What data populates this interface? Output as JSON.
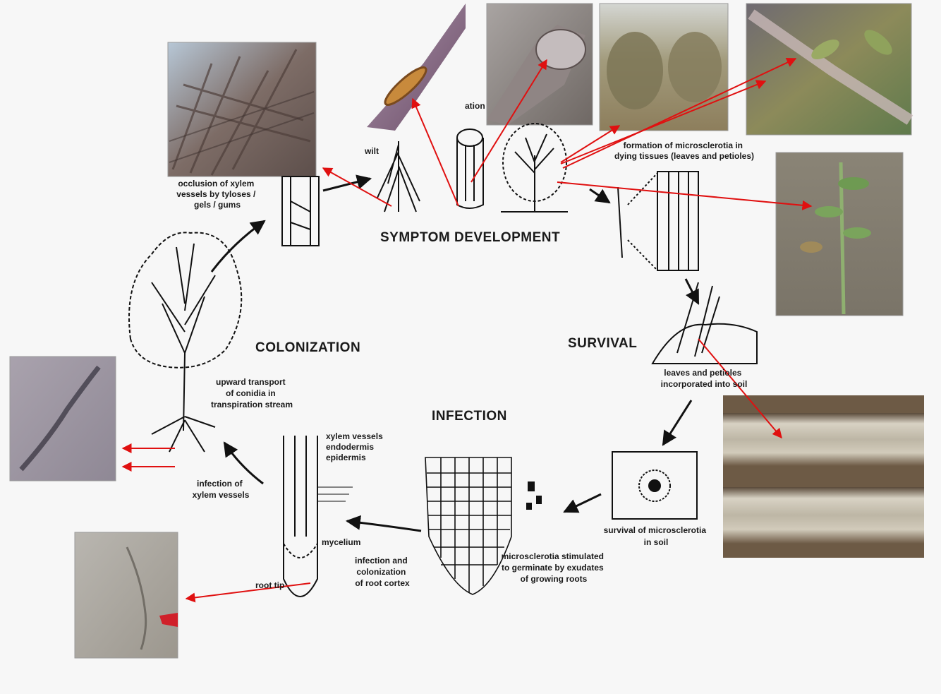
{
  "stages": {
    "symptom_development": "SYMPTOM DEVELOPMENT",
    "survival": "SURVIVAL",
    "infection": "INFECTION",
    "colonization": "COLONIZATION"
  },
  "labels": {
    "occlusion": [
      "occlusion of xylem",
      "vessels by tyloses /",
      "gels / gums"
    ],
    "wilt": "wilt",
    "discoloration_partial": "ation",
    "formation": [
      "formation of microsclerotia in",
      "dying tissues (leaves and petioles)"
    ],
    "leaves_petioles": [
      "leaves and petioles",
      "incorporated into soil"
    ],
    "survival_microsclerotia": [
      "survival of microsclerotia",
      "in soil"
    ],
    "stimulated": [
      "microsclerotia stimulated",
      "to germinate by exudates",
      "of growing roots"
    ],
    "infection_cortex": [
      "infection and",
      "colonization",
      "of root cortex"
    ],
    "root_tip": "root tip",
    "mycelium": "mycelium",
    "root_layers": [
      "xylem vessels",
      "endodermis",
      "epidermis"
    ],
    "infection_xylem": [
      "infection of",
      "xylem vessels"
    ],
    "upward": [
      "upward transport",
      "of conidia in",
      "transpiration stream"
    ]
  },
  "colors": {
    "arrow_red": "#e01010",
    "line_black": "#111111",
    "background": "#f7f7f7"
  }
}
